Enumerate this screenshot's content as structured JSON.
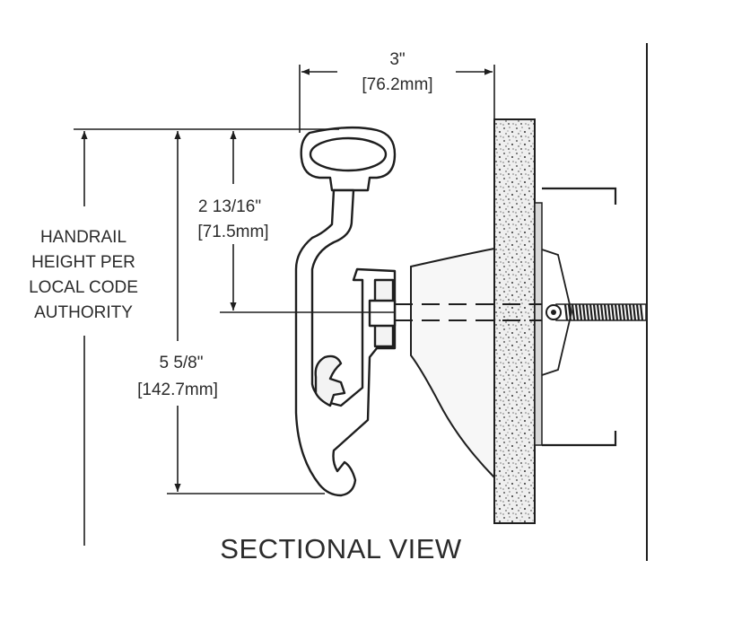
{
  "dimensions": {
    "width_in": "3\"",
    "width_mm": "[76.2mm]",
    "upper_in": "2 13/16\"",
    "upper_mm": "[71.5mm]",
    "total_in": "5 5/8\"",
    "total_mm": "[142.7mm]"
  },
  "note_lines": [
    "HANDRAIL",
    "HEIGHT PER",
    "LOCAL CODE",
    "AUTHORITY"
  ],
  "caption": "SECTIONAL VIEW",
  "colors": {
    "line": "#1e1e1e",
    "text": "#2b2b2b",
    "wall_fill": "#efefef",
    "background": "#ffffff"
  }
}
